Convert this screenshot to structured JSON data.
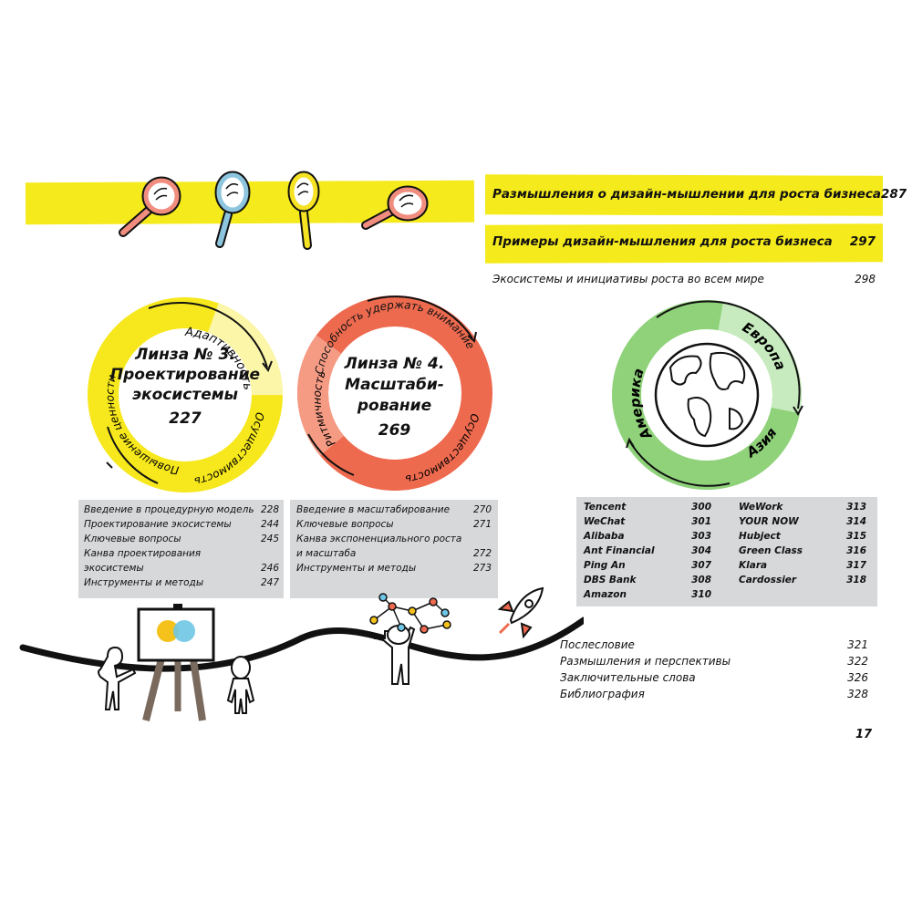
{
  "top_toc": [
    {
      "title": "Размышления о дизайн-мышлении для роста бизнеса",
      "page": "287"
    },
    {
      "title": "Примеры дизайн-мышления для роста бизнеса",
      "page": "297"
    }
  ],
  "plain_entry": {
    "title": "Экосистемы и инициативы роста во всем мире",
    "page": "298"
  },
  "magnifier_colors": [
    "#f08d7e",
    "#8cc5dd",
    "#f5e223",
    "#f08d7e"
  ],
  "lens3": {
    "line1": "Линза № 3.",
    "line2": "Проектирование",
    "line3": "экосистемы",
    "page": "227",
    "ring_labels": [
      "Адаптивность",
      "Повышение ценности",
      "Осуществимость"
    ],
    "color": "#f6e81c",
    "entries": [
      {
        "title": "Введение в процедурную модель",
        "page": "228"
      },
      {
        "title": "Проектирование экосистемы",
        "page": "244"
      },
      {
        "title": "Ключевые вопросы",
        "page": "245"
      },
      {
        "title": "Канва проектирования",
        "page": ""
      },
      {
        "title": "экосистемы",
        "page": "246"
      },
      {
        "title": "Инструменты и методы",
        "page": "247"
      }
    ]
  },
  "lens4": {
    "line1": "Линза № 4.",
    "line2": "Масштаби-",
    "line3": "рование",
    "page": "269",
    "ring_labels": [
      "Способность удержать внимание",
      "Ритмичность",
      "Осуществимость"
    ],
    "color": "#ee6a4f",
    "entries": [
      {
        "title": "Введение в масштабирование",
        "page": "270"
      },
      {
        "title": "Ключевые вопросы",
        "page": "271"
      },
      {
        "title": "Канва экспоненциального роста",
        "page": ""
      },
      {
        "title": "и масштаба",
        "page": "272"
      },
      {
        "title": "Инструменты и методы",
        "page": "273"
      }
    ]
  },
  "globe_ring": {
    "labels": [
      "Европа",
      "Америка",
      "Азия"
    ],
    "color": "#8fd27a"
  },
  "companies_col1": [
    {
      "title": "Tencent",
      "page": "300"
    },
    {
      "title": "WeChat",
      "page": "301"
    },
    {
      "title": "Alibaba",
      "page": "303"
    },
    {
      "title": "Ant Financial",
      "page": "304"
    },
    {
      "title": "Ping An",
      "page": "307"
    },
    {
      "title": "DBS Bank",
      "page": "308"
    },
    {
      "title": "Amazon",
      "page": "310"
    }
  ],
  "companies_col2": [
    {
      "title": "WeWork",
      "page": "313"
    },
    {
      "title": "YOUR NOW",
      "page": "314"
    },
    {
      "title": "Hubject",
      "page": "315"
    },
    {
      "title": "Green Class",
      "page": "316"
    },
    {
      "title": "Klara",
      "page": "317"
    },
    {
      "title": "Cardossier",
      "page": "318"
    }
  ],
  "end_toc": [
    {
      "title": "Послесловие",
      "page": "321"
    },
    {
      "title": "Размышления и перспективы",
      "page": "322"
    },
    {
      "title": "Заключительные слова",
      "page": "326"
    },
    {
      "title": "Библиография",
      "page": "328"
    }
  ],
  "page_number": "17"
}
